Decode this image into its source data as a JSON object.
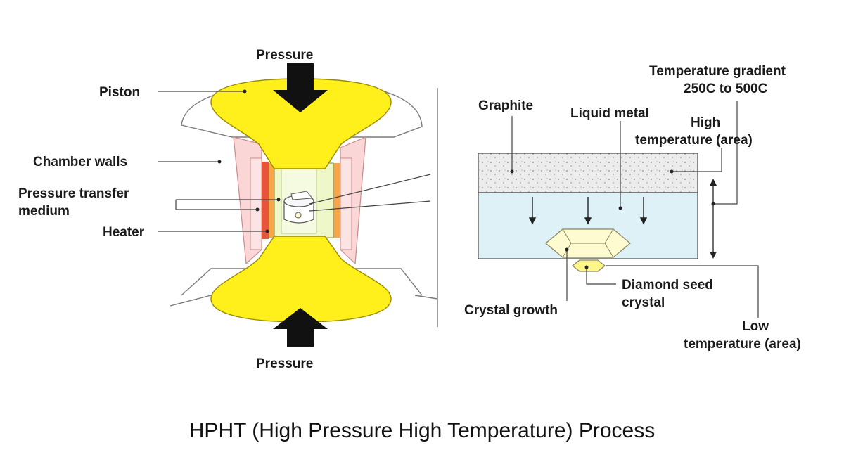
{
  "caption": "HPHT (High Pressure High Temperature) Process",
  "left_diagram": {
    "pressure_top": "Pressure",
    "pressure_bottom": "Pressure",
    "piston": "Piston",
    "chamber_walls": "Chamber walls",
    "pressure_transfer_line1": "Pressure transfer",
    "pressure_transfer_line2": "medium",
    "heater": "Heater"
  },
  "right_diagram": {
    "graphite": "Graphite",
    "liquid_metal": "Liquid metal",
    "high_temp_line1": "High",
    "high_temp_line2": "temperature (area)",
    "gradient_line1": "Temperature gradient",
    "gradient_line2": "250C to 500C",
    "crystal_growth": "Crystal growth",
    "seed_line1": "Diamond seed",
    "seed_line2": "crystal",
    "low_temp_line1": "Low",
    "low_temp_line2": "temperature (area)"
  },
  "colors": {
    "piston_yellow": "#ffef1a",
    "chamber_pink": "#fbd6d6",
    "heater_red": "#e8543a",
    "medium_green": "#eef7c7",
    "graphite_gray": "#ececec",
    "liquid_blue": "#ddf1f7",
    "crystal_cream": "#fffbd0"
  }
}
